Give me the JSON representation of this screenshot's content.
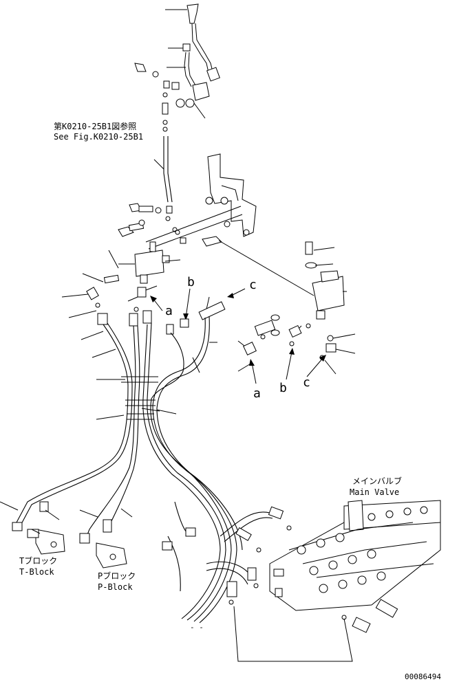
{
  "reference_note": {
    "line_jp": "第K0210-25B1図参照",
    "line_en": "See Fig.K0210-25B1"
  },
  "ports_upper": {
    "a": "a",
    "b": "b",
    "c": "c"
  },
  "ports_lower": {
    "a": "a",
    "b": "b",
    "c": "c"
  },
  "main_valve": {
    "label_jp": "メインバルブ",
    "label_en": "Main Valve"
  },
  "t_block": {
    "label_jp": "Tブロック",
    "label_en": "T-Block"
  },
  "p_block": {
    "label_jp": "Pブロック",
    "label_en": "P-Block"
  },
  "stray_mark": "- -",
  "drawing_number": "00086494"
}
